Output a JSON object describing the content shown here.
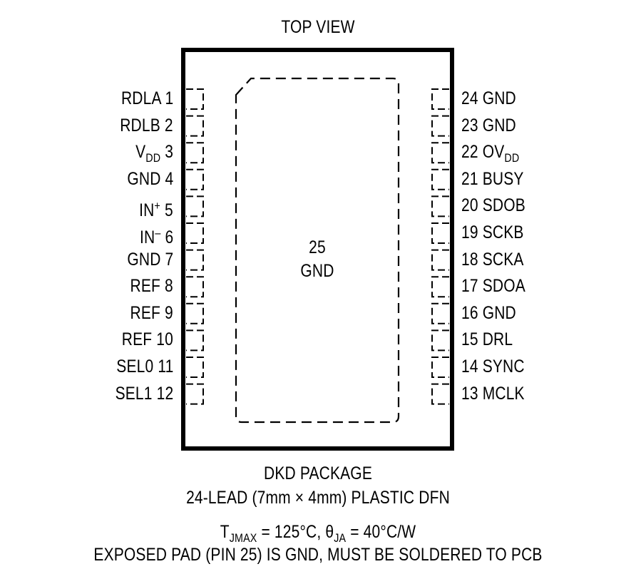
{
  "title": "TOP VIEW",
  "package": {
    "name": "DKD PACKAGE",
    "description": "24-LEAD (7mm × 4mm) PLASTIC DFN"
  },
  "thermal": {
    "tjmax_prefix": "T",
    "tjmax_sub": "JMAX",
    "tjmax_value": " = 125°C, ",
    "theta_prefix": "θ",
    "theta_sub": "JA",
    "theta_value": " = 40°C/W",
    "note": "EXPOSED PAD (PIN 25) IS GND, MUST BE SOLDERED TO PCB"
  },
  "exposed_pad": {
    "number": "25",
    "name": "GND"
  },
  "pins_left": [
    {
      "number": "1",
      "name": "RDLA",
      "sub": "",
      "sup": ""
    },
    {
      "number": "2",
      "name": "RDLB",
      "sub": "",
      "sup": ""
    },
    {
      "number": "3",
      "name": "V",
      "sub": "DD",
      "sup": ""
    },
    {
      "number": "4",
      "name": "GND",
      "sub": "",
      "sup": ""
    },
    {
      "number": "5",
      "name": "IN",
      "sub": "",
      "sup": "+"
    },
    {
      "number": "6",
      "name": "IN",
      "sub": "",
      "sup": "–"
    },
    {
      "number": "7",
      "name": "GND",
      "sub": "",
      "sup": ""
    },
    {
      "number": "8",
      "name": "REF",
      "sub": "",
      "sup": ""
    },
    {
      "number": "9",
      "name": "REF",
      "sub": "",
      "sup": ""
    },
    {
      "number": "10",
      "name": "REF",
      "sub": "",
      "sup": ""
    },
    {
      "number": "11",
      "name": "SEL0",
      "sub": "",
      "sup": ""
    },
    {
      "number": "12",
      "name": "SEL1",
      "sub": "",
      "sup": ""
    }
  ],
  "pins_right": [
    {
      "number": "24",
      "name": "GND",
      "sub": ""
    },
    {
      "number": "23",
      "name": "GND",
      "sub": ""
    },
    {
      "number": "22",
      "name": "OV",
      "sub": "DD"
    },
    {
      "number": "21",
      "name": "BUSY",
      "sub": ""
    },
    {
      "number": "20",
      "name": "SDOB",
      "sub": ""
    },
    {
      "number": "19",
      "name": "SCKB",
      "sub": ""
    },
    {
      "number": "18",
      "name": "SCKA",
      "sub": ""
    },
    {
      "number": "17",
      "name": "SDOA",
      "sub": ""
    },
    {
      "number": "16",
      "name": "GND",
      "sub": ""
    },
    {
      "number": "15",
      "name": "DRL",
      "sub": ""
    },
    {
      "number": "14",
      "name": "SYNC",
      "sub": ""
    },
    {
      "number": "13",
      "name": "MCLK",
      "sub": ""
    }
  ],
  "colors": {
    "stroke": "#000000",
    "background": "#ffffff"
  }
}
